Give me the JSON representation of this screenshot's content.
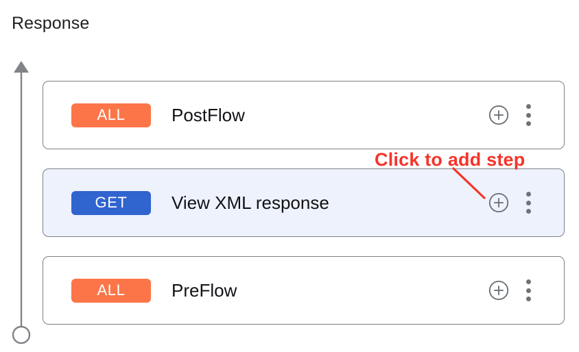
{
  "panel": {
    "title": "Response"
  },
  "axis": {
    "name": "flow-direction-arrow",
    "color": "#808387",
    "direction": "upward"
  },
  "rows": [
    {
      "badge": {
        "label": "ALL",
        "color": "#fc7549",
        "type": "all"
      },
      "label": "PostFlow",
      "selected": false,
      "add_button_icon": "plus-circle-icon",
      "menu_icon": "kebab-menu-icon"
    },
    {
      "badge": {
        "label": "GET",
        "color": "#3064cf",
        "type": "get"
      },
      "label": "View XML response",
      "selected": true,
      "add_button_icon": "plus-circle-icon",
      "menu_icon": "kebab-menu-icon"
    },
    {
      "badge": {
        "label": "ALL",
        "color": "#fc7549",
        "type": "all"
      },
      "label": "PreFlow",
      "selected": false,
      "add_button_icon": "plus-circle-icon",
      "menu_icon": "kebab-menu-icon"
    }
  ],
  "annotation": {
    "text": "Click to add step",
    "color": "#f5342a",
    "points_to": "add-step-button-row-2"
  },
  "colors": {
    "card_border": "#7b7f86",
    "selected_row_background": "#eef2fd",
    "icon_gray": "#6f7377",
    "text_primary": "#111216"
  }
}
